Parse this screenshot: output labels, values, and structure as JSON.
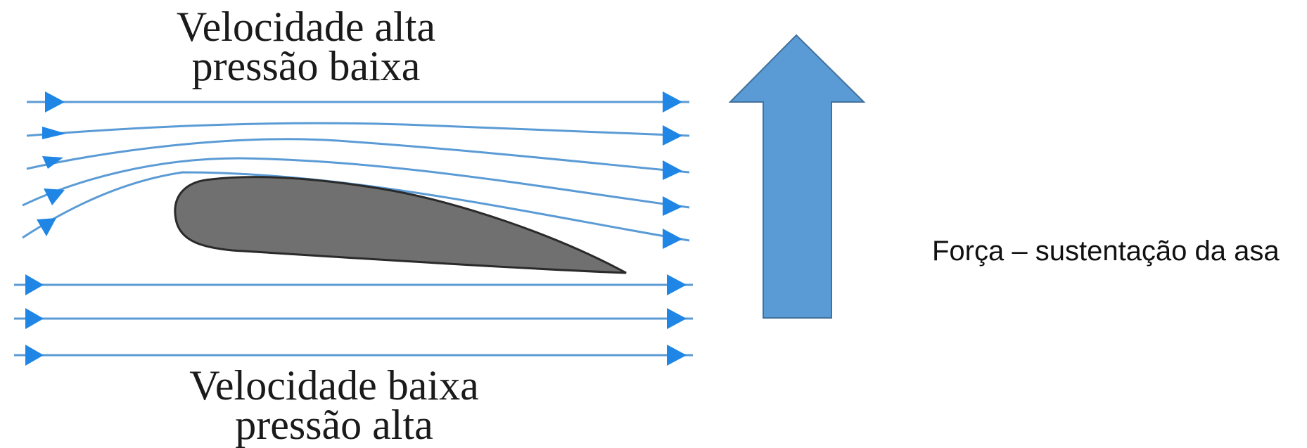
{
  "top_zone": {
    "line1": "Velocidade alta",
    "line2": "pressão baixa"
  },
  "bottom_zone": {
    "line1": "Velocidade baixa",
    "line2": "pressão alta"
  },
  "lift_label": "Força – sustentação da asa",
  "colors": {
    "streamline": "#5b9bd5",
    "arrowhead": "#1f86e6",
    "airfoil_fill": "#707070",
    "airfoil_stroke": "#2a2a2a",
    "lift_arrow_fill": "#5b9bd5",
    "lift_arrow_stroke": "#41719c"
  }
}
